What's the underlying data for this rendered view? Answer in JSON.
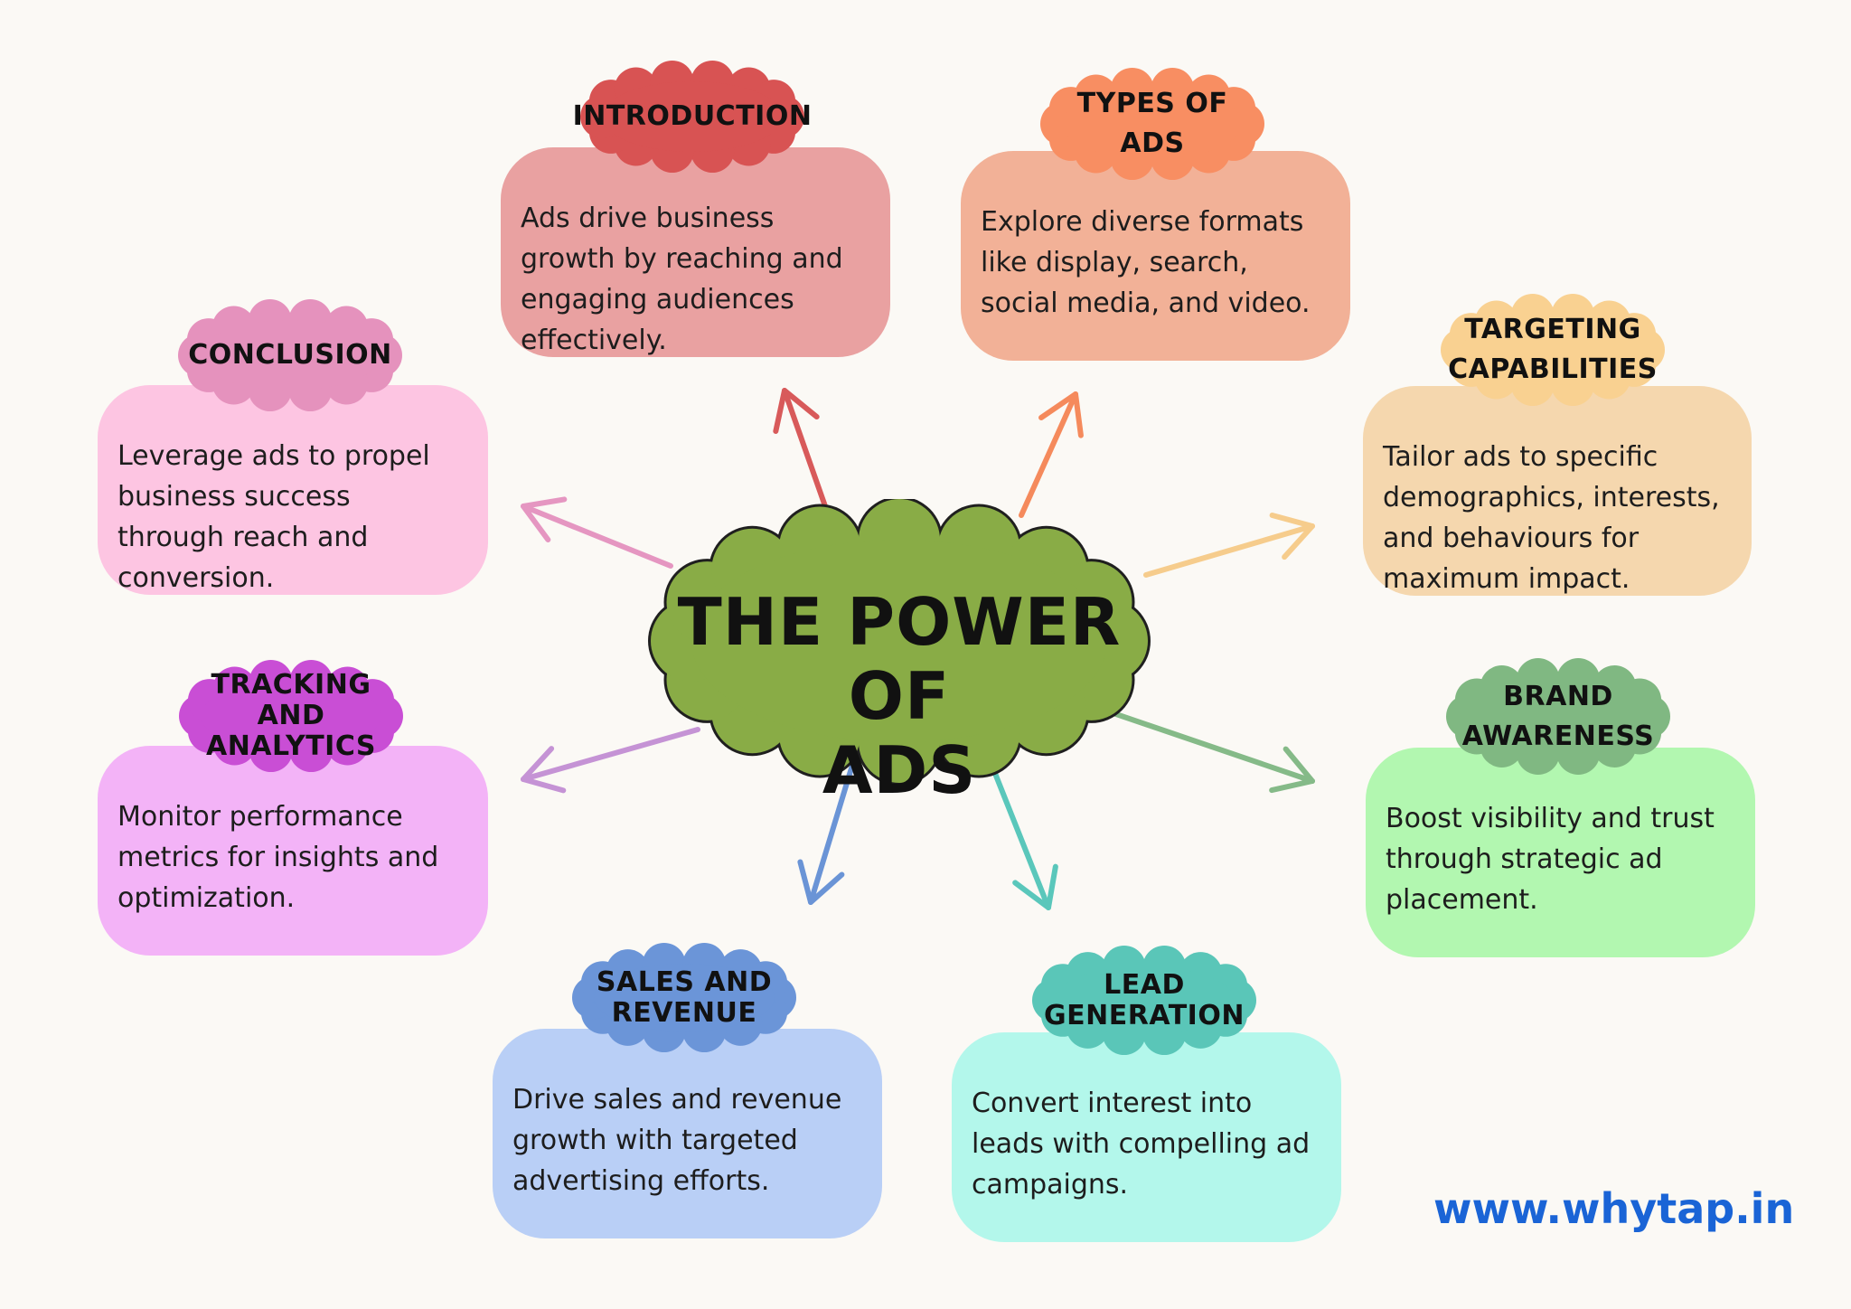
{
  "title": "THE POWER OF\nADS",
  "website": "www.whytap.in",
  "colors": {
    "background": "#fbf9f5",
    "center": "#89ac46",
    "website": "#1a64d6"
  },
  "nodes": {
    "introduction": {
      "label": "INTRODUCTION",
      "text": "Ads drive business growth by reaching and engaging audiences effectively.",
      "tag_color": "#d85353",
      "card_color": "#e9a1a1",
      "arrow_color": "#d85a5a"
    },
    "types": {
      "label": "TYPES OF\nADS",
      "text": "Explore diverse formats like display, search, social media, and video.",
      "tag_color": "#f88e62",
      "card_color": "#f2b197",
      "arrow_color": "#f58a5c"
    },
    "targeting": {
      "label": "TARGETING\nCAPABILITIES",
      "text": "Tailor ads to specific demographics, interests, and behaviours for maximum impact.",
      "tag_color": "#f9d191",
      "card_color": "#f5d7ae",
      "arrow_color": "#f6cc8c"
    },
    "brand": {
      "label": "BRAND\nAWARENESS",
      "text": "Boost visibility and trust through strategic ad placement.",
      "tag_color": "#80b882",
      "card_color": "#b2f7b0",
      "arrow_color": "#85ba88"
    },
    "lead": {
      "label": "LEAD\nGENERATION",
      "text": "Convert interest into leads with compelling ad campaigns.",
      "tag_color": "#5ac6b8",
      "card_color": "#b3f7eb",
      "arrow_color": "#5ac7bb"
    },
    "sales": {
      "label": "SALES AND\nREVENUE",
      "text": "Drive sales and revenue growth with targeted advertising efforts.",
      "tag_color": "#6b95d8",
      "card_color": "#b9cff6",
      "arrow_color": "#6a94d6"
    },
    "tracking": {
      "label": "TRACKING AND\nANALYTICS",
      "text": "Monitor performance metrics for insights and optimization.",
      "tag_color": "#c94ed5",
      "card_color": "#f3b3f7",
      "arrow_color": "#c593d5"
    },
    "conclusion": {
      "label": "CONCLUSION",
      "text": "Leverage ads to propel business success through reach and conversion.",
      "tag_color": "#e592bd",
      "card_color": "#fdc5e2",
      "arrow_color": "#e596c1"
    }
  }
}
